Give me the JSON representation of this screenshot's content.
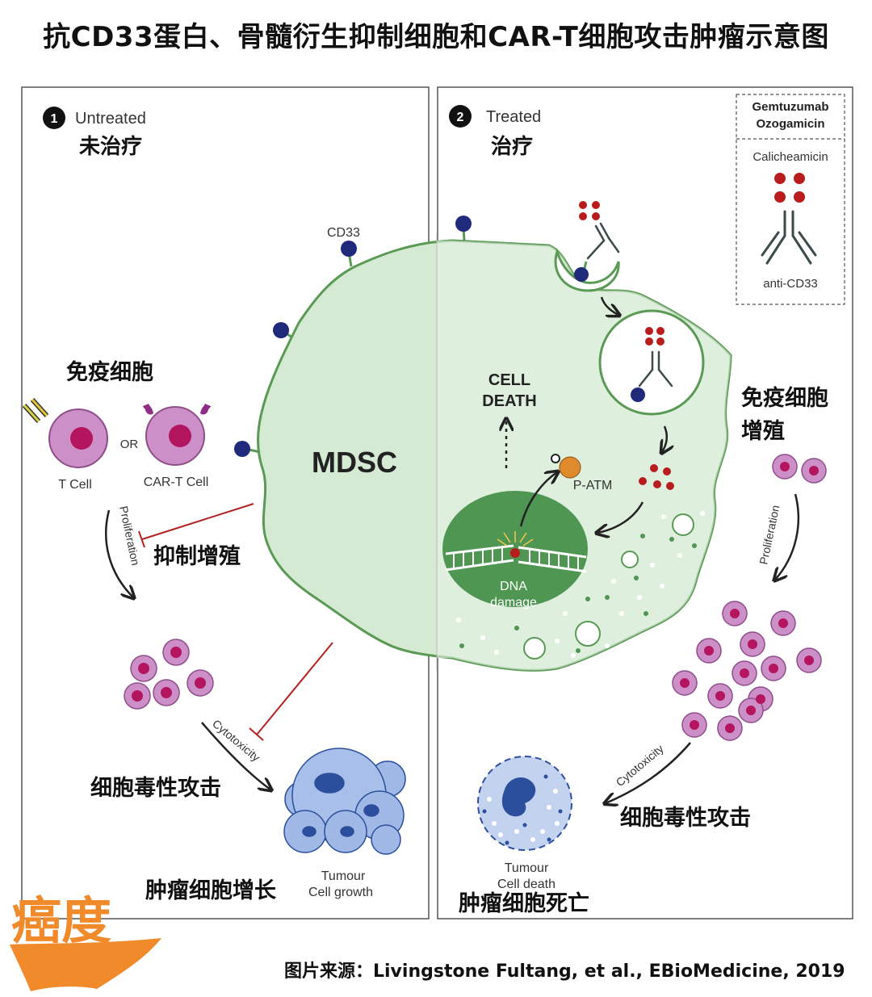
{
  "title": "抗CD33蛋白、骨髓衍生抑制细胞和CAR-T细胞攻击肿瘤示意图",
  "colors": {
    "mdsc_fill": "#d5ead2",
    "mdsc_stroke": "#5a9a55",
    "nucleus": "#4f9653",
    "receptor": "#1f2a7a",
    "immune_cell": "#cc8fc8",
    "immune_nucleus": "#b3155f",
    "inhibit_line": "#b22222",
    "tumour": "#9fb8e6",
    "tumour_nucleus": "#2b4f9c",
    "drug": "#b81c1c",
    "p_atm": "#e08a2e",
    "logo": "#f08a2a"
  },
  "panel1": {
    "number": "1",
    "label_en": "Untreated",
    "label_zh": "未治疗",
    "immune_cells_zh": "免疫细胞",
    "t_cell": "T Cell",
    "or": "OR",
    "car_t_cell": "CAR-T Cell",
    "proliferation": "Proliferation",
    "inhibit_proliferation_zh": "抑制增殖",
    "cytotoxicity": "Cytotoxicity",
    "cytotoxic_attack_zh": "细胞毒性攻击",
    "tumour_growth_zh": "肿瘤细胞增长",
    "tumour_growth_en_1": "Tumour",
    "tumour_growth_en_2": "Cell growth"
  },
  "panel2": {
    "number": "2",
    "label_en": "Treated",
    "label_zh": "治疗",
    "cell_death_1": "CELL",
    "cell_death_2": "DEATH",
    "p_atm": "P-ATM",
    "dna_damage_1": "DNA",
    "dna_damage_2": "damage",
    "immune_prolif_zh_1": "免疫细胞",
    "immune_prolif_zh_2": "增殖",
    "proliferation": "Proliferation",
    "cytotoxicity": "Cytotoxicity",
    "cytotoxic_attack_zh": "细胞毒性攻击",
    "tumour_death_en_1": "Tumour",
    "tumour_death_en_2": "Cell death",
    "tumour_death_zh": "肿瘤细胞死亡"
  },
  "mdsc_label": "MDSC",
  "cd33_label": "CD33",
  "legend": {
    "drug_name_1": "Gemtuzumab",
    "drug_name_2": "Ozogamicin",
    "payload": "Calicheamicin",
    "antibody": "anti-CD33"
  },
  "logo_text": "癌度",
  "source": "图片来源：Livingstone Fultang, et al., EBioMedicine, 2019"
}
